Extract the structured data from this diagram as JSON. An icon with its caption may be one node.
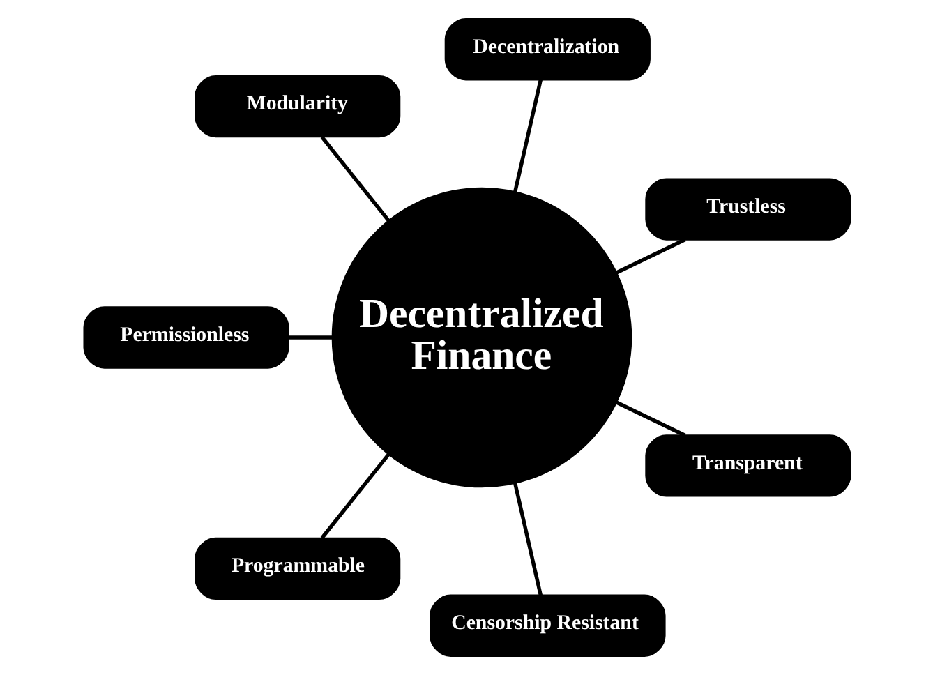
{
  "diagram": {
    "nodes": [
      {
        "text": [
          "Decentralization"
        ]
      },
      {
        "text": [
          "Modularity"
        ]
      },
      {
        "text": [
          "Trustless"
        ]
      },
      {
        "text": [
          "Permissionless"
        ]
      },
      {
        "text": [
          "Decentralized Finance"
        ]
      },
      {
        "text": [
          "Transparent"
        ]
      },
      {
        "text": [
          "Programmable"
        ]
      },
      {
        "text": [
          "Censorship Resistant"
        ]
      }
    ],
    "edges": [
      {
        "from": 4,
        "to": 2,
        "arrow": "none"
      },
      {
        "from": 4,
        "to": 0,
        "arrow": "none"
      },
      {
        "from": 4,
        "to": 1,
        "arrow": "none"
      },
      {
        "from": 4,
        "to": 3,
        "arrow": "none"
      },
      {
        "from": 4,
        "to": 6,
        "arrow": "none"
      },
      {
        "from": 4,
        "to": 7,
        "arrow": "none"
      },
      {
        "from": 4,
        "to": 5,
        "arrow": "none"
      }
    ]
  }
}
